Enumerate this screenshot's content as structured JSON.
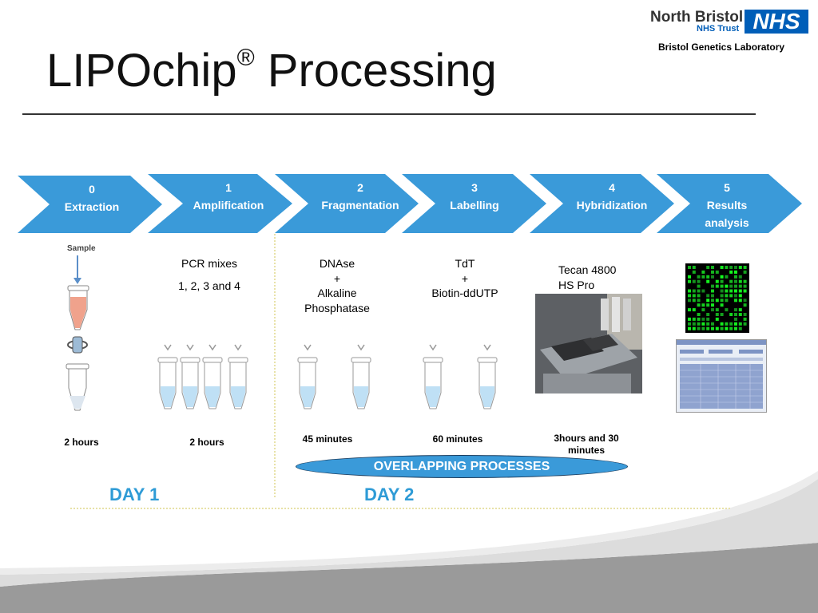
{
  "header": {
    "title_main": "LIPOchip",
    "title_reg": "®",
    "title_rest": " Processing"
  },
  "logo": {
    "org": "North Bristol",
    "trust": "NHS Trust",
    "nhs": "NHS",
    "lab": "Bristol Genetics Laboratory"
  },
  "colors": {
    "chevron": "#3A9AD9",
    "day_label": "#2E9BD6",
    "nhs_blue": "#005EB8",
    "dotted_line": "#E8E2A8"
  },
  "steps": [
    {
      "num": "0",
      "name": "Extraction",
      "extra": ""
    },
    {
      "num": "1",
      "name": "Amplification",
      "extra": ""
    },
    {
      "num": "2",
      "name": "Fragmentation",
      "extra": ""
    },
    {
      "num": "3",
      "name": "Labelling",
      "extra": ""
    },
    {
      "num": "4",
      "name": "Hybridization",
      "extra": ""
    },
    {
      "num": "5",
      "name": "Results",
      "extra": "analysis"
    }
  ],
  "sample_label": "Sample",
  "reagents": {
    "amplification": {
      "line1": "PCR mixes",
      "line2": "1, 2, 3 and 4"
    },
    "fragmentation": {
      "line1": "DNAse",
      "line2": "+",
      "line3": "Alkaline",
      "line4": "Phosphatase"
    },
    "labelling": {
      "line1": "TdT",
      "line2": "+",
      "line3": "Biotin-ddUTP"
    },
    "hybridization": {
      "line1": "Tecan 4800",
      "line2": "HS Pro"
    }
  },
  "durations": {
    "extraction": "2 hours",
    "amplification": "2 hours",
    "fragmentation": "45 minutes",
    "labelling": "60 minutes",
    "hybridization_line1": "3hours and 30",
    "hybridization_line2": "minutes"
  },
  "overlap_label": "OVERLAPPING PROCESSES",
  "days": {
    "day1": "DAY 1",
    "day2": "DAY 2"
  }
}
